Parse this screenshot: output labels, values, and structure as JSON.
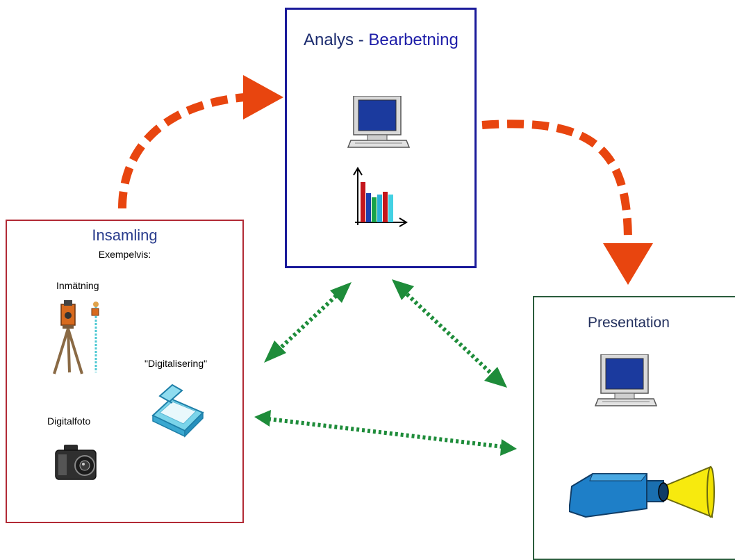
{
  "analys": {
    "title_part1": "Analys",
    "title_sep": " - ",
    "title_part2": "Bearbetning",
    "icons": [
      "computer-icon",
      "bar-chart-icon"
    ]
  },
  "insamling": {
    "title": "Insamling",
    "subtitle": "Exempelvis:",
    "items": {
      "inmatning": "Inmätning",
      "digitalisering": "\"Digitalisering\"",
      "digitalfoto": "Digitalfoto"
    },
    "icons": [
      "surveying-tripod-icon",
      "scanner-icon",
      "camera-icon"
    ]
  },
  "presentation": {
    "title": "Presentation",
    "icons": [
      "computer-icon",
      "projector-icon"
    ]
  },
  "colors": {
    "flow_arrow": "#e8450f",
    "exchange_arrow": "#1e8c3a",
    "analys_border": "#1a1a9a",
    "insamling_border": "#b22a35",
    "presentation_border": "#2a5c3c"
  }
}
